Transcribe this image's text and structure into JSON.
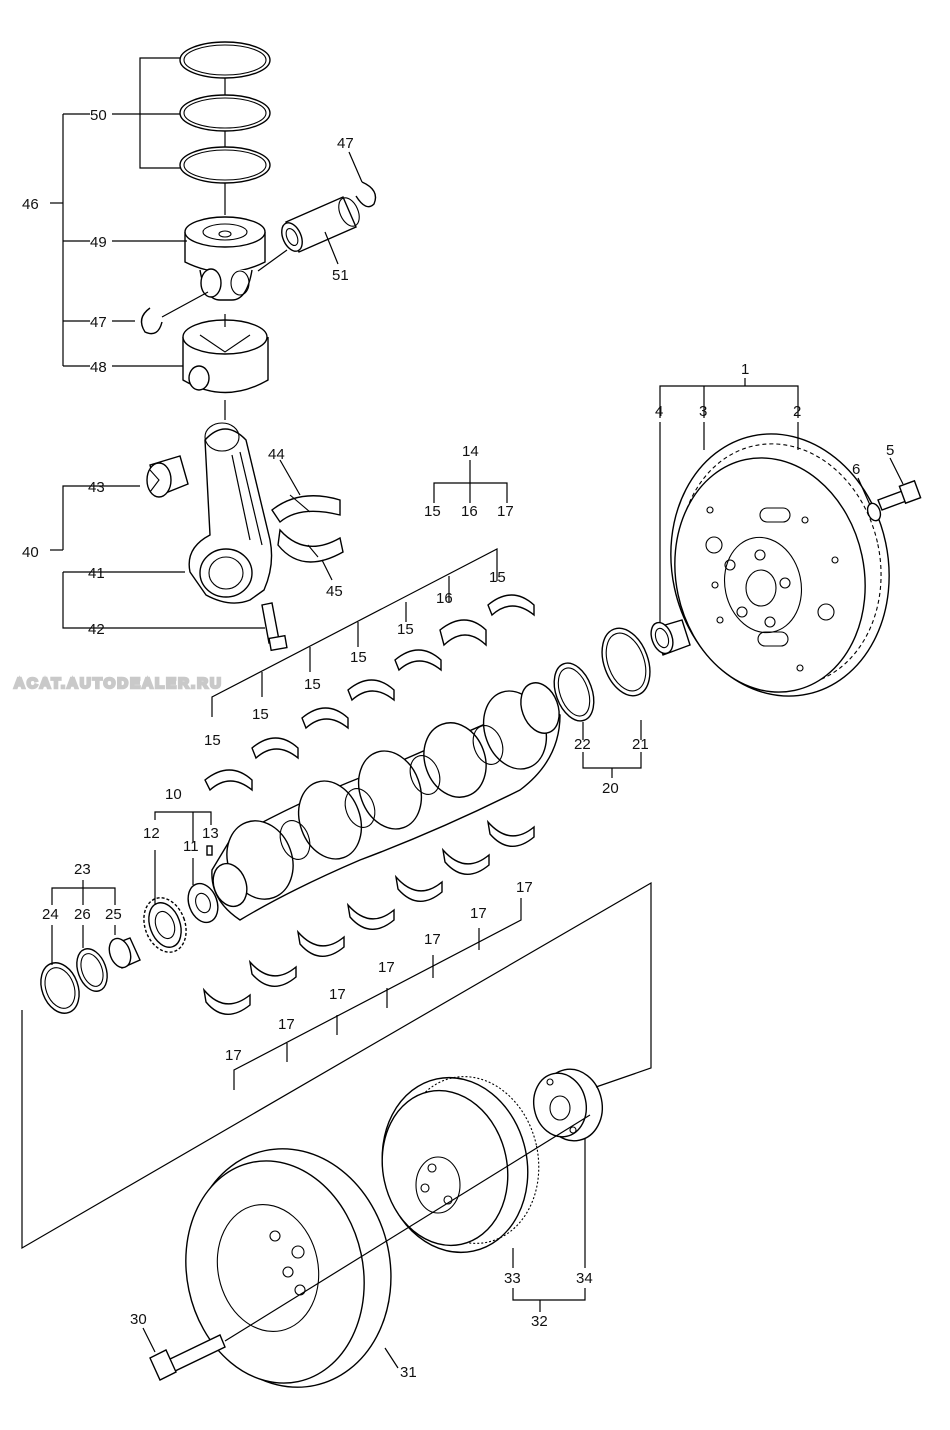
{
  "watermark": "ACAT.AUTODEALER.RU",
  "callouts": {
    "c1": "1",
    "c2": "2",
    "c3": "3",
    "c4": "4",
    "c5": "5",
    "c6": "6",
    "c10": "10",
    "c11": "11",
    "c12": "12",
    "c13": "13",
    "c14": "14",
    "c15": "15",
    "c16": "16",
    "c17": "17",
    "c20": "20",
    "c21": "21",
    "c22": "22",
    "c23": "23",
    "c24": "24",
    "c25": "25",
    "c26": "26",
    "c30": "30",
    "c31": "31",
    "c32": "32",
    "c33": "33",
    "c34": "34",
    "c40": "40",
    "c41": "41",
    "c42": "42",
    "c43": "43",
    "c44": "44",
    "c45": "45",
    "c46": "46",
    "c47": "47",
    "c48": "48",
    "c49": "49",
    "c50": "50",
    "c51": "51"
  }
}
